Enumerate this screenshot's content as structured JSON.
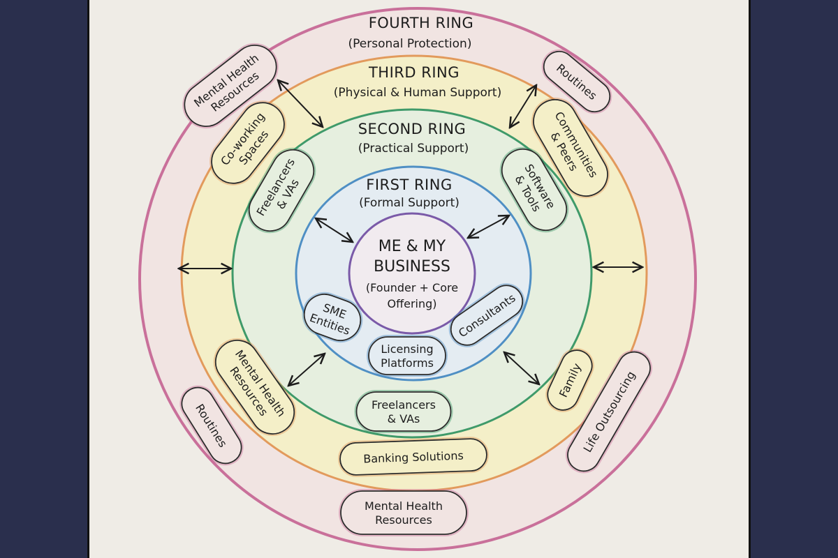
{
  "colors": {
    "background": "#2a2f4d",
    "paper": "#efece6",
    "fourth_ring": "#c9709a",
    "fourth_fill": "#f1e4e2",
    "third_ring": "#e29a5c",
    "third_fill": "#f4efc8",
    "second_ring": "#3f9a6a",
    "second_fill": "#e6efdf",
    "first_ring": "#4f8fc4",
    "first_fill": "#e4ecf2",
    "core_ring": "#7a5aa8",
    "core_fill": "#f1ebef"
  },
  "rings": {
    "fourth": {
      "title": "FOURTH RING",
      "subtitle": "(Personal Protection)"
    },
    "third": {
      "title": "THIRD RING",
      "subtitle": "(Physical & Human Support)"
    },
    "second": {
      "title": "SECOND RING",
      "subtitle": "(Practical Support)"
    },
    "first": {
      "title": "FIRST RING",
      "subtitle": "(Formal Support)"
    }
  },
  "core": {
    "line1": "ME & MY",
    "line2": "BUSINESS",
    "line3": "(Founder + Core",
    "line4": "Offering)"
  },
  "pills": {
    "fourth_mental_health_top": [
      "Mental Health",
      "Resources"
    ],
    "fourth_routines_top": [
      "Routines"
    ],
    "fourth_routines_bottom": [
      "Routines"
    ],
    "fourth_life_outsourcing": [
      "Life Outsourcing"
    ],
    "fourth_mental_health_bottom": [
      "Mental Health",
      "Resources"
    ],
    "third_coworking": [
      "Co-working",
      "Spaces"
    ],
    "third_communities": [
      "Communities",
      "& Peers"
    ],
    "third_mental_health": [
      "Mental Health",
      "Resources"
    ],
    "third_family": [
      "Family"
    ],
    "third_banking": [
      "Banking Solutions"
    ],
    "second_freelancers_top": [
      "Freelancers",
      "& VAs"
    ],
    "second_software": [
      "Software",
      "& Tools"
    ],
    "second_freelancers_bottom": [
      "Freelancers",
      "& VAs"
    ],
    "first_sme": [
      "SME",
      "Entities"
    ],
    "first_licensing": [
      "Licensing",
      "Platforms"
    ],
    "first_consultants": [
      "Consultants"
    ]
  }
}
